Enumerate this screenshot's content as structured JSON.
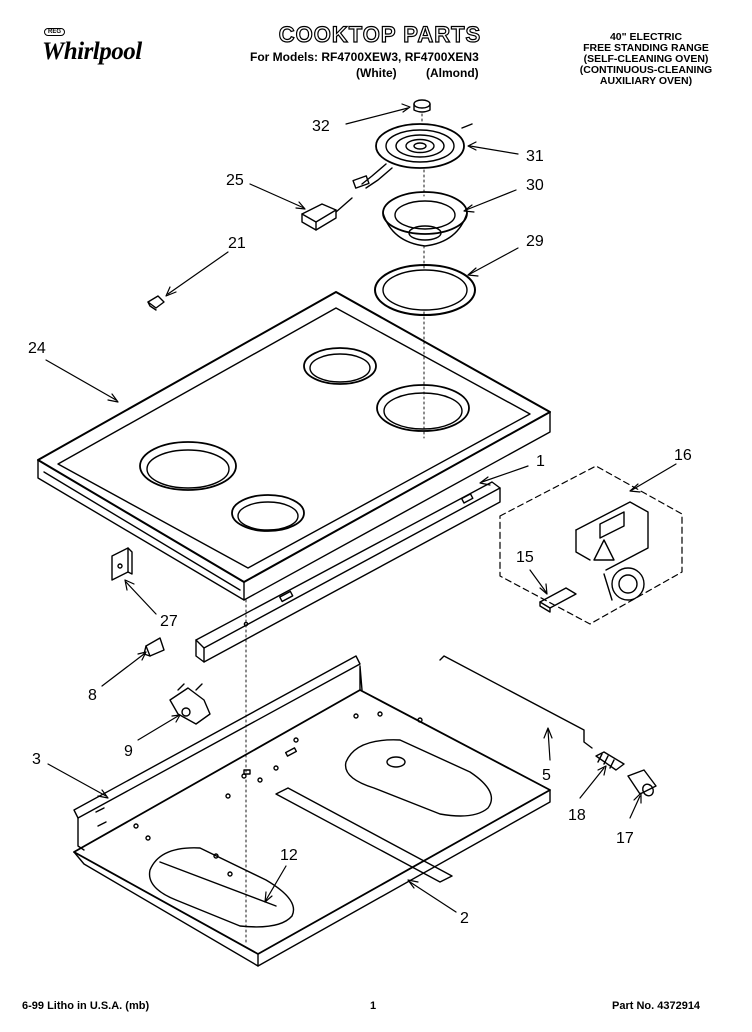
{
  "header": {
    "brand": "Whirlpool",
    "brand_mark": "REG",
    "title": "COOKTOP PARTS",
    "models_line": "For Models: RF4700XEW3, RF4700XEN3",
    "color_white": "(White)",
    "color_almond": "(Almond)",
    "description_lines": [
      "40\" ELECTRIC",
      "FREE STANDING RANGE",
      "(SELF-CLEANING OVEN)",
      "(CONTINUOUS-CLEANING",
      "AUXILIARY OVEN)"
    ]
  },
  "callouts": [
    "32",
    "31",
    "25",
    "30",
    "21",
    "29",
    "24",
    "1",
    "16",
    "15",
    "27",
    "8",
    "9",
    "3",
    "5",
    "18",
    "17",
    "12",
    "2"
  ],
  "footer": {
    "litho": "6-99 Litho in U.S.A. (mb)",
    "page": "1",
    "part_no": "Part No. 4372914"
  }
}
